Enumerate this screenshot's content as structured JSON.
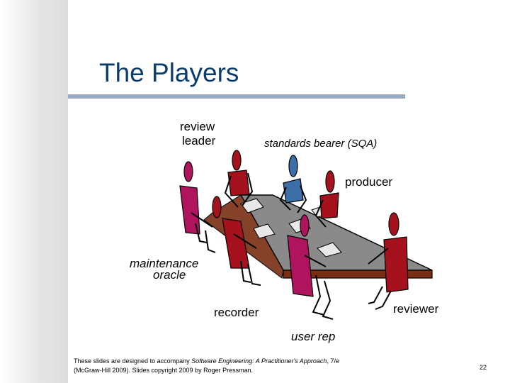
{
  "slide": {
    "title": "The Players",
    "labels": {
      "review_leader_1": "review",
      "review_leader_2": "leader",
      "standards_bearer": "standards bearer (SQA)",
      "producer": "producer",
      "maintenance_oracle_1": "maintenance",
      "maintenance_oracle_2": "oracle",
      "recorder": "recorder",
      "reviewer": "reviewer",
      "user_rep": "user rep"
    },
    "footer": {
      "line1_prefix": "These slides are designed to accompany ",
      "line1_book": "Software Engineering: A Practitioner's Approach",
      "line1_suffix": ", 7/e",
      "line2": "(McGraw-Hill 2009). Slides copyright 2009 by Roger Pressman."
    },
    "page_number": "22"
  },
  "colors": {
    "title": "#0b3c6e",
    "title_rule": "#9aa9c4",
    "table_top": "#8a8a8a",
    "table_edge": "#7a2e12",
    "figure_magenta": "#b0145e",
    "figure_red": "#a5121e",
    "figure_blue": "#3c6ea8"
  }
}
